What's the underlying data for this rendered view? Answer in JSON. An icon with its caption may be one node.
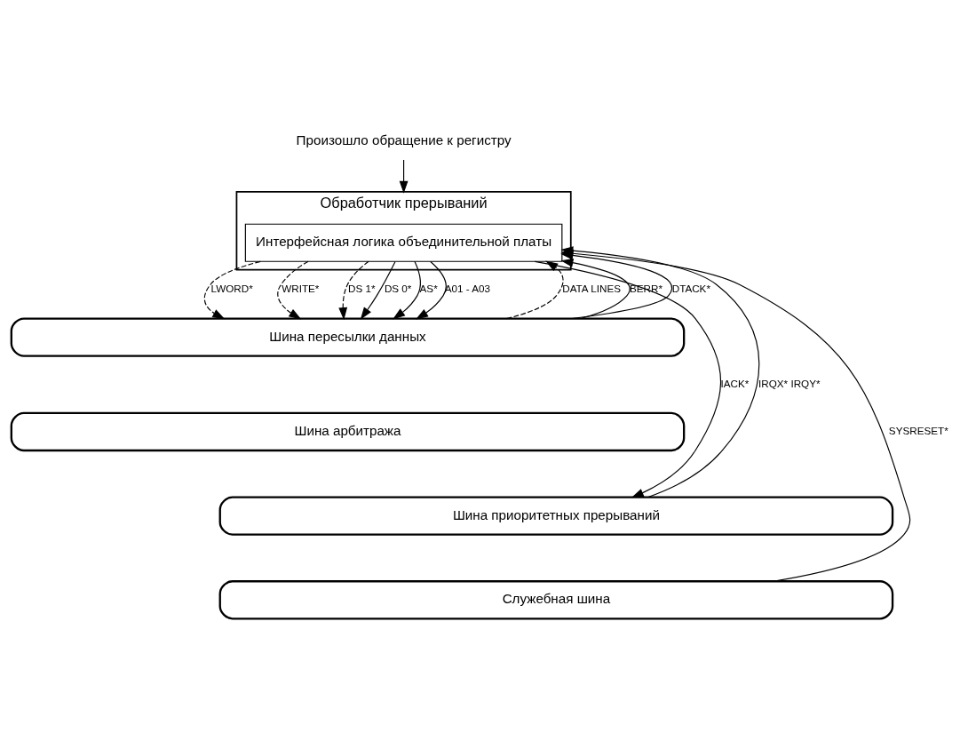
{
  "diagram": {
    "nodes": [
      {
        "text": [
          "Обработчик прерываний"
        ]
      },
      {
        "text": [
          "Интерфейсная логика объединительной платы"
        ],
        "in": 0
      },
      {
        "text": [
          "Шина пересылки данных"
        ]
      },
      {
        "text": [
          "Шина арбитража"
        ]
      },
      {
        "text": [
          "Шина приоритетных прерываний"
        ]
      },
      {
        "text": [
          "Служебная шина"
        ]
      },
      {
        "text": [
          "Произошло обращение к регистру"
        ]
      }
    ],
    "edges": [
      {
        "from": 6,
        "to": 0,
        "arrow": "to"
      },
      {
        "from": 1,
        "to": 2,
        "arrow": "to",
        "label": "LWORD*",
        "style": "dashed"
      },
      {
        "from": 2,
        "to": 1,
        "arrow": "to",
        "label": "DATA LINES",
        "style": "dashed"
      },
      {
        "from": 2,
        "to": 1,
        "arrow": "to",
        "label": "BERR*"
      },
      {
        "from": 2,
        "to": 1,
        "arrow": "to",
        "label": "DTACK*"
      },
      {
        "from": 1,
        "to": 2,
        "arrow": "to",
        "label": "WRITE*",
        "style": "dashed"
      },
      {
        "from": 1,
        "to": 2,
        "arrow": "to",
        "label": "DS 1*",
        "style": "dashed"
      },
      {
        "from": 1,
        "to": 2,
        "arrow": "to",
        "label": "DS 0*"
      },
      {
        "from": 1,
        "to": 2,
        "arrow": "to",
        "label": "AS*"
      },
      {
        "from": 1,
        "to": 2,
        "arrow": "to",
        "label": "A01 - A03"
      },
      {
        "from": 1,
        "to": 4,
        "arrow": "to",
        "label": "IACK*"
      },
      {
        "from": 4,
        "to": 1,
        "arrow": "to",
        "label": "IRQX* IRQY*"
      },
      {
        "from": 5,
        "to": 1,
        "arrow": "to",
        "label": "SYSRESET*"
      }
    ]
  }
}
